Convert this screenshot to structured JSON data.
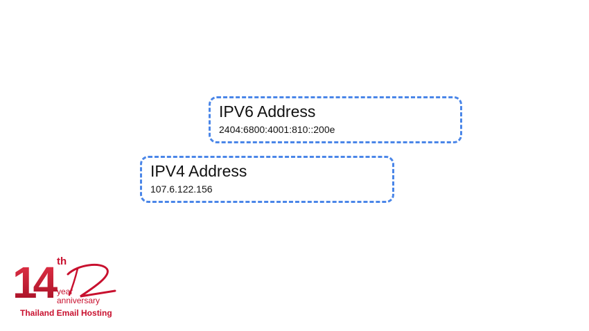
{
  "ipv6": {
    "label": "IPV6 Address",
    "value": "2404:6800:4001:810::200e"
  },
  "ipv4": {
    "label": "IPV4 Address",
    "value": "107.6.122.156"
  },
  "logo": {
    "number": "14",
    "ordinal": "th",
    "line1": "year",
    "line2": "anniversary",
    "caption": "Thailand Email Hosting",
    "color": "#c8102e"
  },
  "colors": {
    "box_border": "#4a86e8",
    "text": "#111111",
    "background": "#ffffff"
  }
}
